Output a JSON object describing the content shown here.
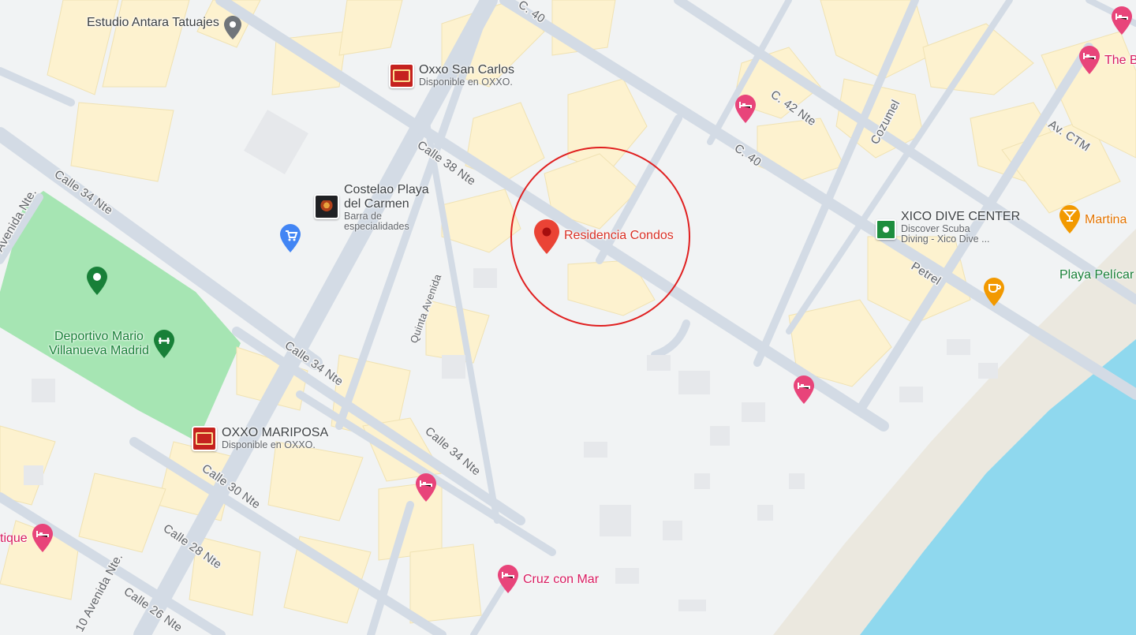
{
  "map": {
    "colors": {
      "background": "#f1f3f4",
      "road": "#d3dbe5",
      "block": "#fdf2cf",
      "park": "#a6e5b3",
      "beach": "#ebe8df",
      "water": "#8fd8ee",
      "hotel_pin": "#e8447a",
      "selected_pin": "#ea4335"
    },
    "selected": {
      "label": "Residencia Condos"
    },
    "streets": {
      "c40_top": "C. 40",
      "c42": "C. 42 Nte",
      "c40_right": "C. 40",
      "cozumel": "Cozumel",
      "av_ctm": "Av. CTM",
      "calle38": "Calle 38 Nte",
      "calle34_left": "Calle 34 Nte",
      "calle34_mid": "Calle 34 Nte",
      "calle34_low": "Calle 34 Nte",
      "quinta": "Quinta Avenida",
      "petrel": "Petrel",
      "avenida_left": "Avenida Nte.",
      "calle30": "Calle 30 Nte",
      "calle28": "Calle 28 Nte",
      "calle26": "Calle 26 Nte",
      "diez_avenida": "10 Avenida Nte."
    },
    "pois": {
      "estudio_antara": "Estudio Antara Tatuajes",
      "oxxo_san_carlos": {
        "name": "Oxxo San Carlos",
        "sub": "Disponible en OXXO."
      },
      "costelao": {
        "name_line1": "Costelao Playa",
        "name_line2": "del Carmen",
        "sub_line1": "Barra de",
        "sub_line2": "especialidades"
      },
      "deportivo": {
        "line1": "Deportivo Mario",
        "line2": "Villanueva Madrid"
      },
      "oxxo_mariposa": {
        "name": "OXXO MARIPOSA",
        "sub": "Disponible en OXXO."
      },
      "xico": {
        "name": "XICO DIVE CENTER",
        "sub_line1": "Discover Scuba",
        "sub_line2": "Diving - Xico Dive ..."
      },
      "martina": "Martina",
      "playa_pelicanos": "Playa Pelícar",
      "the_b": "The B",
      "cruz_con_mar": "Cruz con Mar",
      "boutique": "tique"
    },
    "icons": [
      "map-pin-icon",
      "hotel-icon",
      "shopping-cart-icon",
      "park-icon",
      "bar-icon",
      "cafe-icon",
      "store-icon"
    ]
  }
}
